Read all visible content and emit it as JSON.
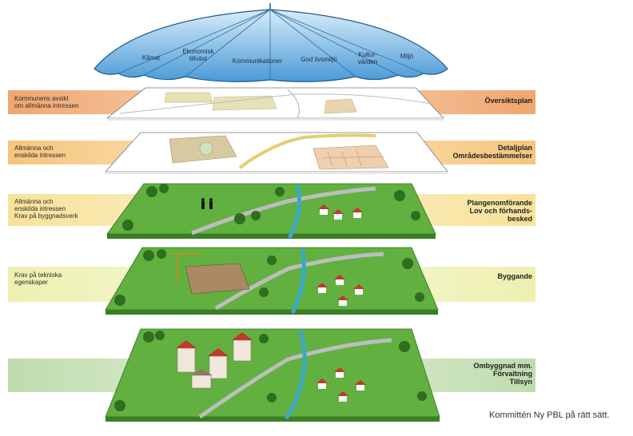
{
  "umbrella": {
    "segments": [
      {
        "name": "klimat",
        "text": "Klimat"
      },
      {
        "name": "ekonomisk-tillvaxt",
        "text": "Ekonomisk\ntillväxt"
      },
      {
        "name": "kommunikationer",
        "text": "Kommunikationer"
      },
      {
        "name": "god-livsmiljo",
        "text": "God livsmiljö"
      },
      {
        "name": "kulturvarden",
        "text": "Kultur-\nvärden"
      },
      {
        "name": "miljo",
        "text": "Miljö"
      }
    ]
  },
  "layers": [
    {
      "id": "oversiktsplan",
      "left_label": "Kommunens avsikt\nom allmänna intressen",
      "right_label": "Översiktsplan",
      "color": "#f0a66e"
    },
    {
      "id": "detaljplan",
      "left_label": "Allmänna och\nenskilda intressen",
      "right_label": "Detaljplan\nOmrådesbestämmelser",
      "color": "#f6c57c"
    },
    {
      "id": "plangenomforande",
      "left_label": "Allmänna och\nenskilda intressen\nKrav på byggnadsverk",
      "right_label": "Plangenomförande\nLov och förhands-\nbesked",
      "color": "#f8e29a"
    },
    {
      "id": "byggande",
      "left_label": "Krav på tekniska\negenskaper",
      "right_label": "Byggande",
      "color": "#eef0b0"
    },
    {
      "id": "ombyggnad",
      "left_label": "",
      "right_label": "Ombyggnad mm.\nFörvaltning\nTillsyn",
      "color": "#bfdcae"
    }
  ],
  "credit": "Kommittén Ny PBL på rätt sätt.",
  "colors": {
    "umbrella": "#4a9ad6",
    "grass": "#5fae3e",
    "water": "#3aa8c8",
    "road": "#b5b5b5",
    "house_roof": "#c0392b"
  }
}
